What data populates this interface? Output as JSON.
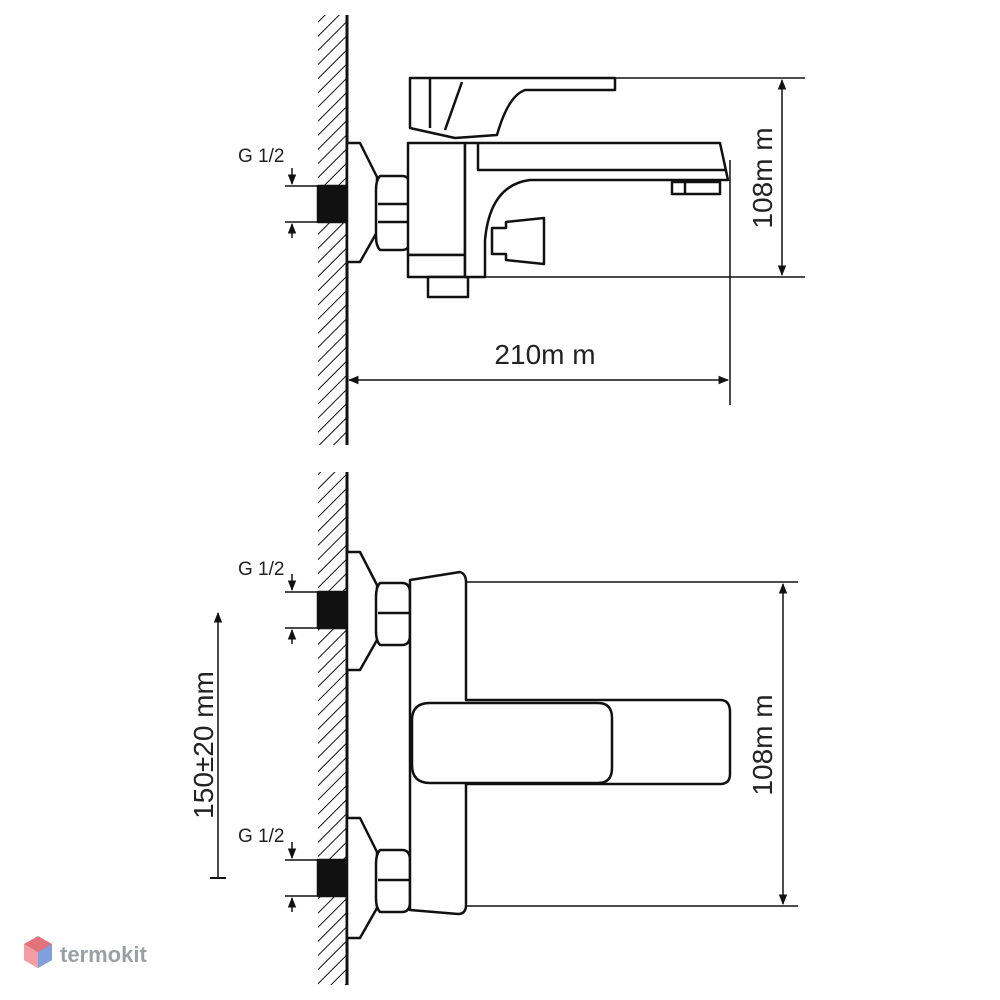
{
  "side_view": {
    "thread_label": "G 1/2",
    "height_dimension": "108m m",
    "length_dimension": "210m m"
  },
  "front_view": {
    "thread_label_top": "G 1/2",
    "thread_label_bottom": "G 1/2",
    "spacing_dimension": "150±20 mm",
    "height_dimension": "108m m"
  },
  "watermark": {
    "text": "termokit"
  }
}
